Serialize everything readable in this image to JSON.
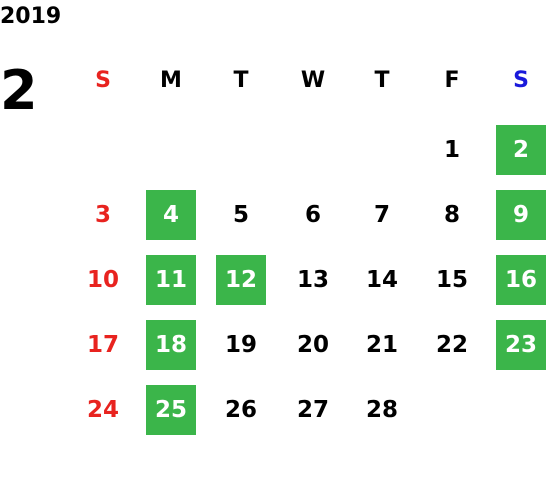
{
  "calendar": {
    "year": "2019",
    "month": "2",
    "weekday_headers": [
      "S",
      "M",
      "T",
      "W",
      "T",
      "F",
      "S"
    ],
    "colors": {
      "sunday": "#e8231f",
      "saturday_header": "#1a1adb",
      "default": "#000000",
      "highlight_bg": "#3bb54a",
      "highlight_text": "#ffffff"
    },
    "weeks": [
      [
        null,
        null,
        null,
        null,
        null,
        {
          "n": "1",
          "hl": false
        },
        {
          "n": "2",
          "hl": true
        }
      ],
      [
        {
          "n": "3",
          "hl": false
        },
        {
          "n": "4",
          "hl": true
        },
        {
          "n": "5",
          "hl": false
        },
        {
          "n": "6",
          "hl": false
        },
        {
          "n": "7",
          "hl": false
        },
        {
          "n": "8",
          "hl": false
        },
        {
          "n": "9",
          "hl": true
        }
      ],
      [
        {
          "n": "10",
          "hl": false
        },
        {
          "n": "11",
          "hl": true
        },
        {
          "n": "12",
          "hl": true
        },
        {
          "n": "13",
          "hl": false
        },
        {
          "n": "14",
          "hl": false
        },
        {
          "n": "15",
          "hl": false
        },
        {
          "n": "16",
          "hl": true
        }
      ],
      [
        {
          "n": "17",
          "hl": false
        },
        {
          "n": "18",
          "hl": true
        },
        {
          "n": "19",
          "hl": false
        },
        {
          "n": "20",
          "hl": false
        },
        {
          "n": "21",
          "hl": false
        },
        {
          "n": "22",
          "hl": false
        },
        {
          "n": "23",
          "hl": true
        }
      ],
      [
        {
          "n": "24",
          "hl": false
        },
        {
          "n": "25",
          "hl": true
        },
        {
          "n": "26",
          "hl": false
        },
        {
          "n": "27",
          "hl": false
        },
        {
          "n": "28",
          "hl": false
        },
        null,
        null
      ]
    ]
  }
}
